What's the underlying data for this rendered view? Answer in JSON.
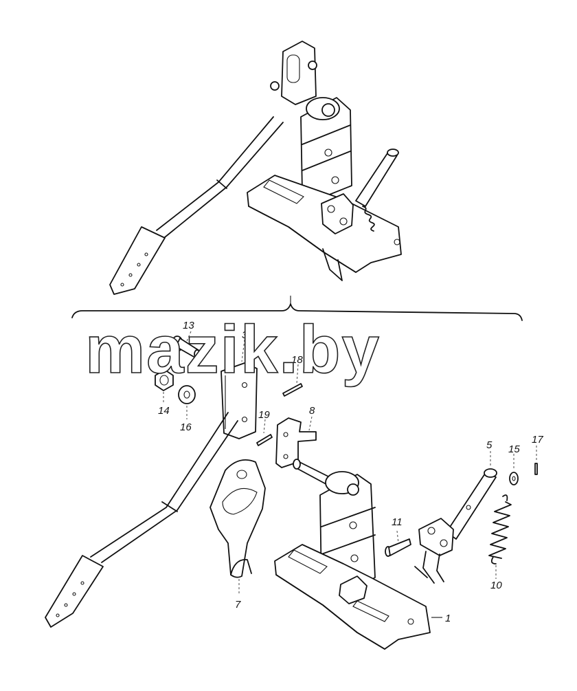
{
  "watermark": "mazik.by",
  "callouts": [
    {
      "id": "c13",
      "text": "13"
    },
    {
      "id": "c3",
      "text": "3"
    },
    {
      "id": "c18",
      "text": "18"
    },
    {
      "id": "c14",
      "text": "14"
    },
    {
      "id": "c16",
      "text": "16"
    },
    {
      "id": "c19",
      "text": "19"
    },
    {
      "id": "c8",
      "text": "8"
    },
    {
      "id": "c5",
      "text": "5"
    },
    {
      "id": "c15",
      "text": "15"
    },
    {
      "id": "c17",
      "text": "17"
    },
    {
      "id": "c11",
      "text": "11"
    },
    {
      "id": "c10",
      "text": "10"
    },
    {
      "id": "c7",
      "text": "7"
    },
    {
      "id": "c1",
      "text": "1"
    }
  ]
}
